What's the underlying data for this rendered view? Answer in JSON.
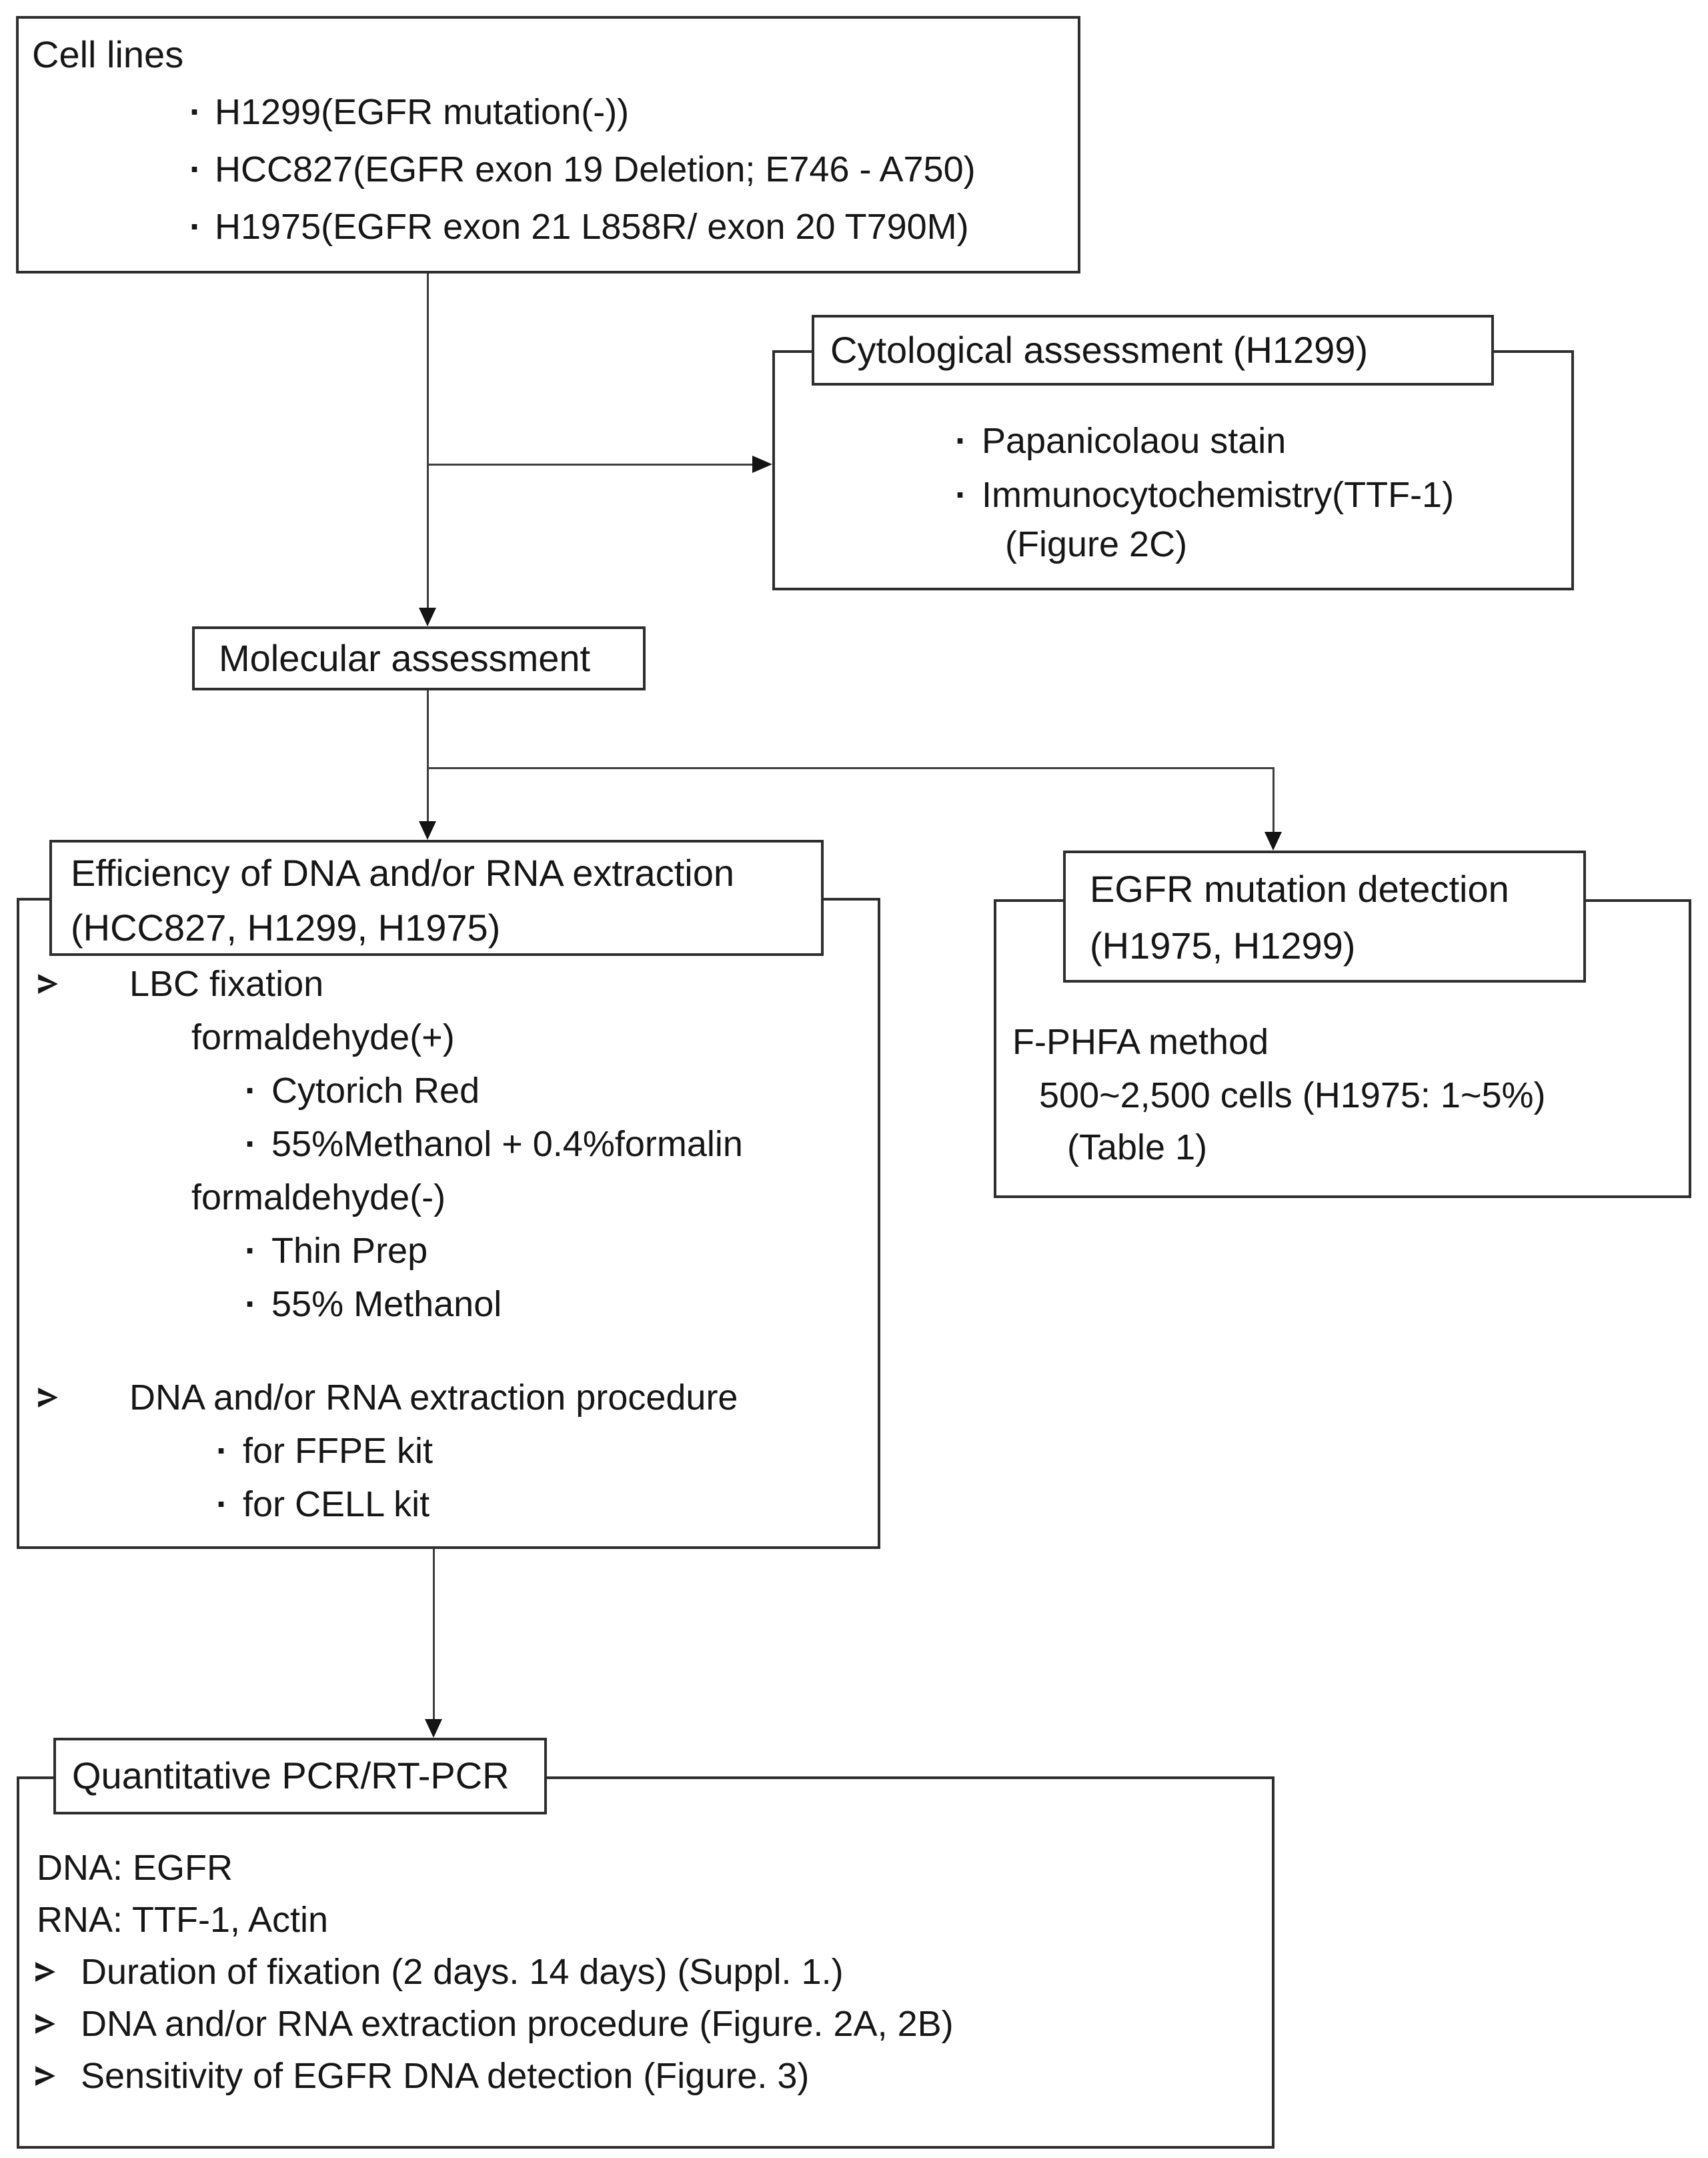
{
  "colors": {
    "ink": "#161616",
    "box_border": "#2e2e2e",
    "connector": "#3f3f3f",
    "background": "#ffffff"
  },
  "glyphs": {
    "dot": "·"
  },
  "boxes": {
    "cell_lines": {
      "title": "Cell lines",
      "items": [
        "H1299(EGFR mutation(-))",
        "HCC827(EGFR exon 19 Deletion; E746 - A750)",
        "H1975(EGFR exon 21 L858R/ exon 20 T790M)"
      ]
    },
    "cytological": {
      "title": "Cytological assessment (H1299)",
      "bullets": [
        "Papanicolaou stain",
        "Immunocytochemistry(TTF-1)"
      ],
      "note": "(Figure 2C)"
    },
    "molecular": {
      "title": "Molecular assessment"
    },
    "efficiency": {
      "title_line1": "Efficiency of DNA and/or RNA extraction",
      "title_line2": "(HCC827, H1299, H1975)",
      "arrow1": "LBC fixation",
      "formaldehyde_plus": "formaldehyde(+)",
      "fp_items": [
        "Cytorich Red",
        "55%Methanol + 0.4%formalin"
      ],
      "formaldehyde_minus": "formaldehyde(-)",
      "fm_items": [
        "Thin Prep",
        "55% Methanol"
      ],
      "arrow2": "DNA and/or RNA extraction procedure",
      "proc_items": [
        "for FFPE kit",
        "for CELL kit"
      ]
    },
    "egfr": {
      "title_line1": "EGFR mutation detection",
      "title_line2": "(H1975, H1299)",
      "line1": "F-PHFA method",
      "line2": "500~2,500 cells (H1975: 1~5%)",
      "line3": "(Table 1)"
    },
    "quantitative": {
      "title": "Quantitative PCR/RT-PCR",
      "line1": "DNA: EGFR",
      "line2": "RNA: TTF-1, Actin",
      "arrows": [
        "Duration of fixation (2 days. 14 days) (Suppl. 1.)",
        "DNA and/or RNA extraction procedure (Figure. 2A, 2B)",
        "Sensitivity of EGFR DNA detection (Figure. 3)"
      ]
    }
  }
}
